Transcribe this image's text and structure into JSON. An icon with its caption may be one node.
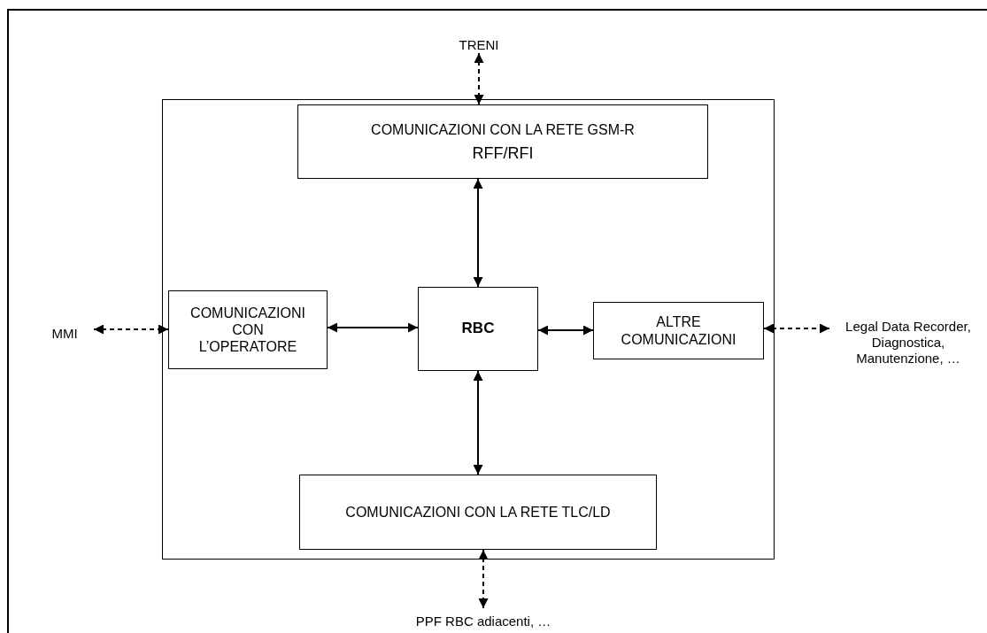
{
  "diagram": {
    "nodes": [
      {
        "text": [],
        "shape": "box"
      },
      {
        "text": [
          "TRENI"
        ]
      },
      {
        "text": [
          "COMUNICAZIONI CON LA RETE GSM-R",
          "RFF/RFI"
        ],
        "in": 0
      },
      {
        "text": [
          "MMI"
        ]
      },
      {
        "text": [
          "COMUNICAZIONI CON L’OPERATORE"
        ],
        "in": 0
      },
      {
        "text": [
          "RBC"
        ],
        "in": 0
      },
      {
        "text": [
          "ALTRE COMUNICAZIONI"
        ],
        "in": 0
      },
      {
        "text": [
          "Legal Data Recorder, Diagnostica, Manutenzione, …"
        ]
      },
      {
        "text": [
          "COMUNICAZIONI CON LA RETE TLC/LD"
        ],
        "in": 0
      },
      {
        "text": [
          "PPF RBC adiacenti, …"
        ]
      }
    ],
    "edges": [
      {
        "from": 1,
        "to": 2,
        "arrow": "both",
        "style": "dashed"
      },
      {
        "from": 2,
        "to": 5,
        "arrow": "both"
      },
      {
        "from": 3,
        "to": 4,
        "arrow": "both",
        "style": "dashed"
      },
      {
        "from": 4,
        "to": 5,
        "arrow": "both"
      },
      {
        "from": 5,
        "to": 6,
        "arrow": "both"
      },
      {
        "from": 6,
        "to": 7,
        "arrow": "both",
        "style": "dashed"
      },
      {
        "from": 5,
        "to": 8,
        "arrow": "both"
      },
      {
        "from": 8,
        "to": 9,
        "arrow": "both",
        "style": "dashed"
      }
    ]
  }
}
